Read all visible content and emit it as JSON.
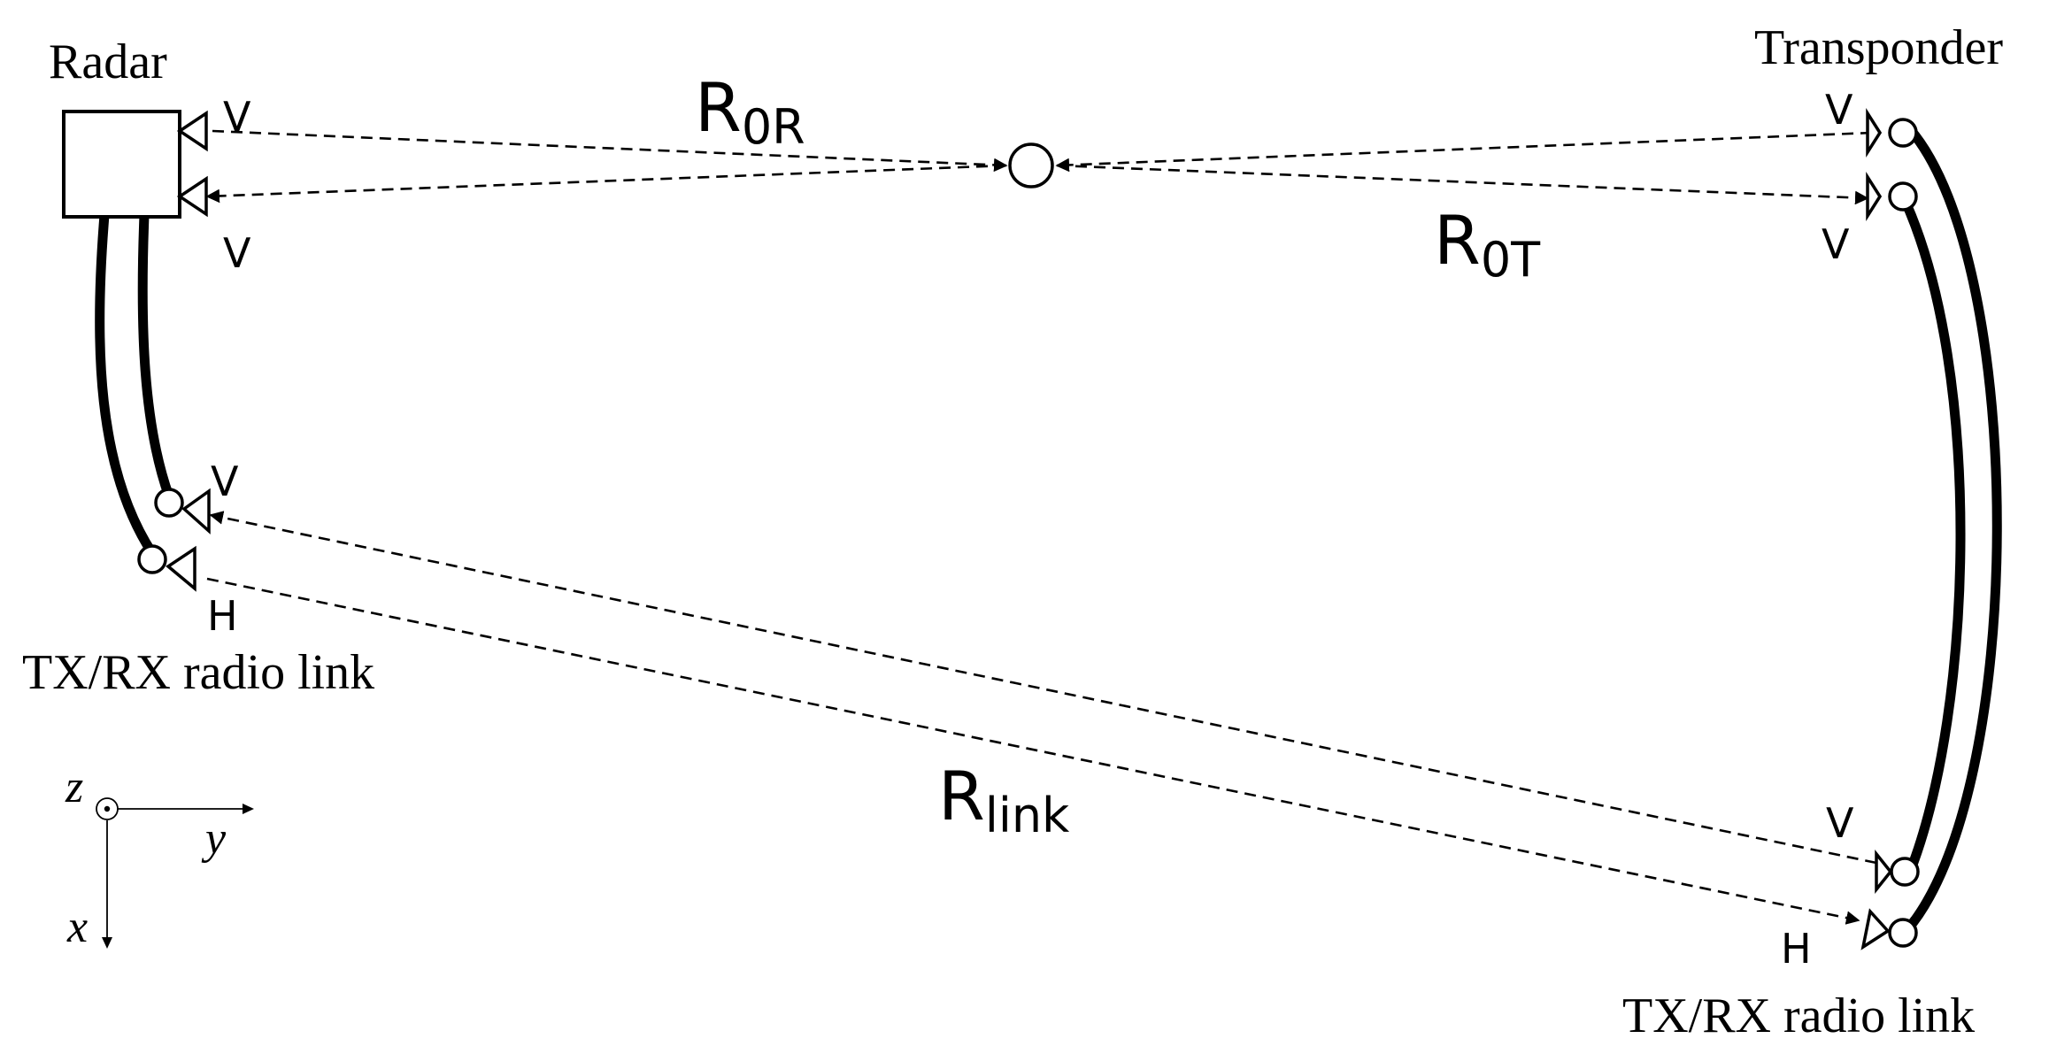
{
  "labels": {
    "radar": "Radar",
    "transponder": "Transponder",
    "radio_link_left": "TX/RX radio link",
    "radio_link_right": "TX/RX radio link",
    "range_radar": {
      "base": "R",
      "sub": "0R"
    },
    "range_transponder": {
      "base": "R",
      "sub": "0T"
    },
    "range_link": {
      "base": "R",
      "sub": "link"
    }
  },
  "polarizations": {
    "radar_top": "V",
    "radar_bottom": "V",
    "transponder_top": "V",
    "transponder_bottom": "V",
    "left_link_top": "V",
    "left_link_bottom": "H",
    "right_link_top": "V",
    "right_link_bottom": "H"
  },
  "axes": {
    "z": "z",
    "y": "y",
    "x": "x"
  }
}
